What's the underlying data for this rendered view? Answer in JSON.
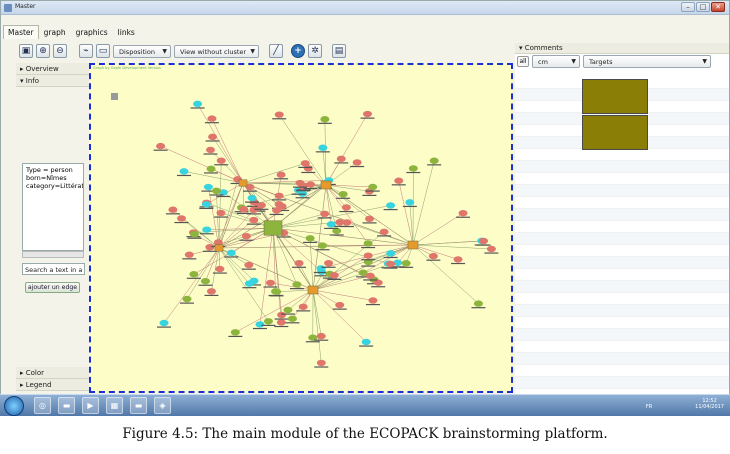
{
  "window": {
    "title": "Master",
    "buttons": [
      "–",
      "□",
      "✕"
    ]
  },
  "tabs": [
    {
      "label": "Master"
    },
    {
      "label": "graph"
    },
    {
      "label": "graphics"
    },
    {
      "label": "links"
    }
  ],
  "toolbar": {
    "disposition": "Disposition",
    "view": "View without cluster"
  },
  "left_panel": {
    "overview": "Overview",
    "info": "Info",
    "info_text": [
      "Type = person",
      "born=Nîmes",
      "category=Littératu"
    ],
    "search_placeholder": "Search a text in a",
    "add_edge": "ajouter un edge",
    "color": "Color",
    "legend": "Legend"
  },
  "graph": {
    "credit": "Graph by Gephi Development Version"
  },
  "right_panel": {
    "comments_header": "Comments",
    "all_label": "all",
    "cm_select": "cm",
    "targets_select": "Targets"
  },
  "taskbar": {
    "time": "12:52",
    "date": "11/04/2017",
    "lang": "FR"
  },
  "caption": "Figure 4.5: The main module of the ECOPACK brainstorming platform.",
  "colors": {
    "graph_bg": "#fdfdc8",
    "graph_border": "#1b2fd6",
    "node_red": "#e0766b",
    "node_green": "#8db43c",
    "node_cyan": "#37d4e0",
    "node_orange": "#e79a2c",
    "olive": "#8b7e06"
  }
}
